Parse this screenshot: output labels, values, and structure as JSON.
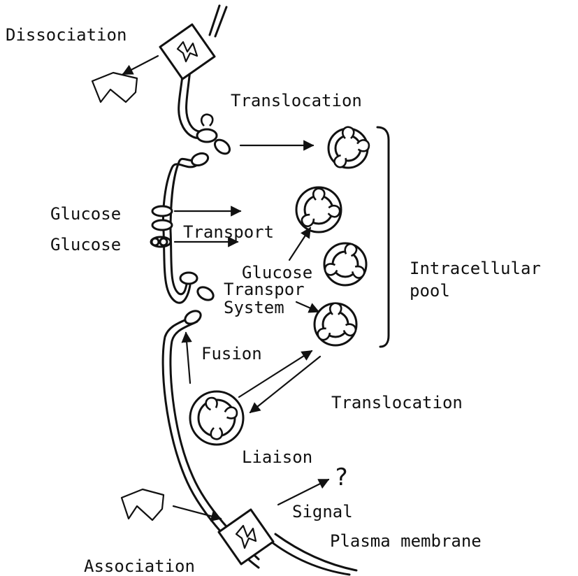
{
  "labels": {
    "dissociation": "Dissociation",
    "translocation_top": "Translocation",
    "glucose_1": "Glucose",
    "glucose_2": "Glucose",
    "transport": "Transport",
    "glucose_transport_1": "Glucose",
    "glucose_transport_2": "Transpor",
    "glucose_transport_3": "System",
    "intracellular_1": "Intracellular",
    "intracellular_2": "pool",
    "fusion": "Fusion",
    "translocation_bottom": "Translocation",
    "liaison": "Liaison",
    "question": "?",
    "signal": "Signal",
    "plasma_membrane": "Plasma membrane",
    "association": "Association"
  },
  "colors": {
    "ink": "#111111",
    "background": "#ffffff"
  },
  "icons": [
    "receptor-icon",
    "ligand-icon",
    "vesicle-icon",
    "transporter-icon",
    "arrow-icon"
  ]
}
